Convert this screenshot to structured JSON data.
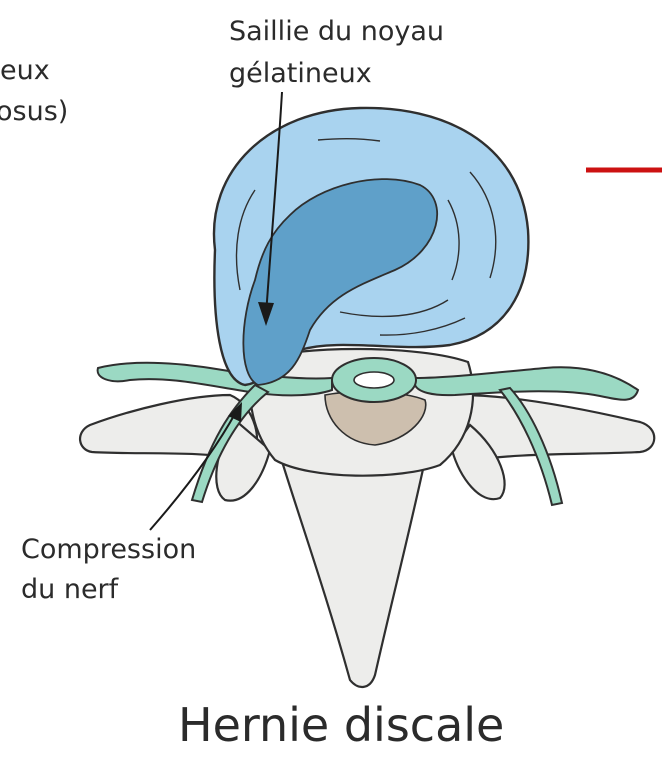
{
  "labels": {
    "nucleus_line1": "Saillie du noyau",
    "nucleus_line2": "gélatineux",
    "left_cut_line1": "eux",
    "left_cut_line2": "osus)",
    "compression_line1": "Compression",
    "compression_line2": "du nerf",
    "title": "Hernie discale"
  },
  "colors": {
    "disc": "#a9d3ef",
    "nucleus": "#5fa0c9",
    "nerve": "#9bd9c3",
    "bone": "#ededeb",
    "canal_shadow": "#cdbfae",
    "outline": "#2f2f2f",
    "red_line": "#cc1111"
  }
}
